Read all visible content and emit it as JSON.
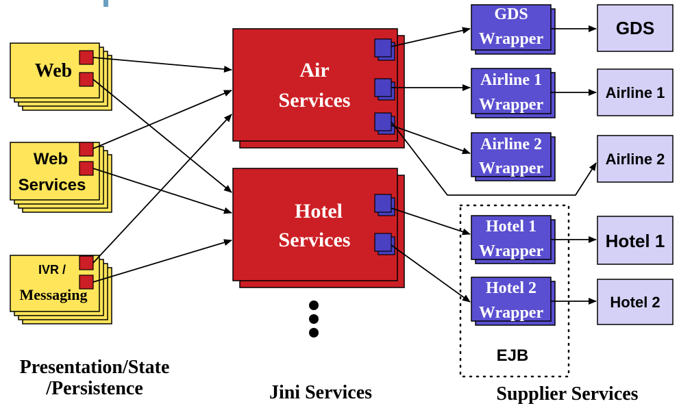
{
  "colors": {
    "presentation_fill": "#ffe55a",
    "connector_red": "#cc1f25",
    "jini_fill": "#cc1f25",
    "port_blue": "#4a40c2",
    "wrapper_fill": "#5a4fd0",
    "supplier_fill": "#d4d0f6",
    "stroke": "#000000",
    "top_accent": "#6a9fbf"
  },
  "presentation": {
    "web": "Web",
    "web_services_line1": "Web",
    "web_services_line2": "Services",
    "ivr_line1": "IVR /",
    "ivr_line2": "Messaging"
  },
  "jini": {
    "air_line1": "Air",
    "air_line2": "Services",
    "hotel_line1": "Hotel",
    "hotel_line2": "Services"
  },
  "wrappers": {
    "gds_line1": "GDS",
    "gds_line2": "Wrapper",
    "airline1_line1": "Airline 1",
    "airline1_line2": "Wrapper",
    "airline2_line1": "Airline 2",
    "airline2_line2": "Wrapper",
    "hotel1_line1": "Hotel 1",
    "hotel1_line2": "Wrapper",
    "hotel2_line1": "Hotel 2",
    "hotel2_line2": "Wrapper"
  },
  "suppliers": {
    "gds": "GDS",
    "airline1": "Airline 1",
    "airline2": "Airline 2",
    "hotel1": "Hotel 1",
    "hotel2": "Hotel 2"
  },
  "ejb_label": "EJB",
  "column_labels": {
    "presentation_line1": "Presentation/State",
    "presentation_line2": "/Persistence",
    "jini": "Jini Services",
    "supplier": "Supplier Services"
  }
}
